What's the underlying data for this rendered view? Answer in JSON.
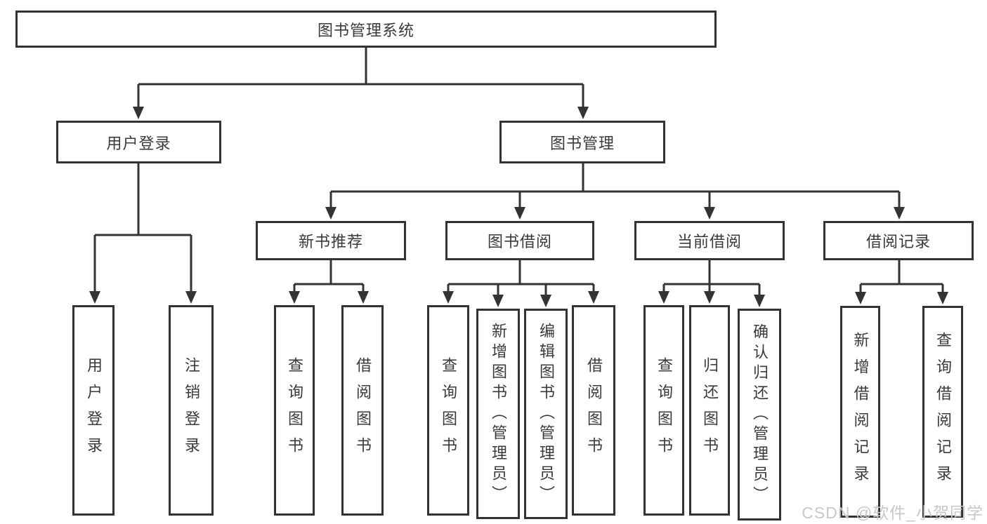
{
  "diagram": {
    "root": {
      "label": "图书管理系统"
    },
    "level2": [
      {
        "label": "用户登录"
      },
      {
        "label": "图书管理"
      }
    ],
    "level3": [
      {
        "label": "新书推荐"
      },
      {
        "label": "图书借阅"
      },
      {
        "label": "当前借阅"
      },
      {
        "label": "借阅记录"
      }
    ],
    "leaves": [
      {
        "label": "用户登录"
      },
      {
        "label": "注销登录"
      },
      {
        "label": "查询图书"
      },
      {
        "label": "借阅图书"
      },
      {
        "label": "查询图书"
      },
      {
        "label": "新增图书（管理员）"
      },
      {
        "label": "编辑图书（管理员）"
      },
      {
        "label": "借阅图书"
      },
      {
        "label": "查询图书"
      },
      {
        "label": "归还图书"
      },
      {
        "label": "确认归还（管理员）"
      },
      {
        "label": "新增借阅记录"
      },
      {
        "label": "查询借阅记录"
      }
    ]
  },
  "watermark": {
    "text": "CSDN @软件_小贺同学"
  },
  "colors": {
    "line": "#333333",
    "text": "#3a3a3a",
    "watermark": "#c8c8c8",
    "background": "#ffffff"
  }
}
